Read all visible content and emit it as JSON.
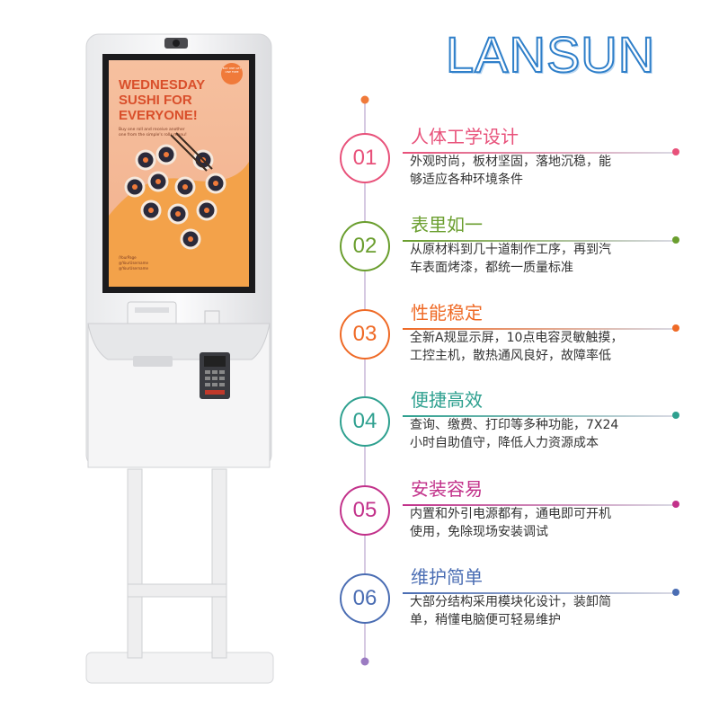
{
  "brand": "LANSUN",
  "screen": {
    "headline": [
      "WEDNESDAY",
      "SUSHI FOR",
      "EVERYONE!"
    ],
    "subtext": [
      "Buy one roll and receive another",
      "one from the simple's rolls menu!"
    ],
    "badge": "BUY ONE GET ONE FREE",
    "social": [
      "/YourPage",
      "@YourUsername",
      "@YourUsername"
    ]
  },
  "features": [
    {
      "num": "01",
      "title": "人体工学设计",
      "lines": [
        "外观时尚，板材坚固，落地沉稳，能",
        "够适应各种环境条件"
      ],
      "color": "#e8517a"
    },
    {
      "num": "02",
      "title": "表里如一",
      "lines": [
        "从原材料到几十道制作工序，再到汽",
        "车表面烤漆，都统一质量标准"
      ],
      "color": "#6a9e2e"
    },
    {
      "num": "03",
      "title": "性能稳定",
      "lines": [
        "全新A规显示屏，10点电容灵敏触摸，",
        "工控主机，散热通风良好，故障率低"
      ],
      "color": "#ef6a26"
    },
    {
      "num": "04",
      "title": "便捷高效",
      "lines": [
        "查询、缴费、打印等多种功能，7X24",
        "小时自助值守，降低人力资源成本"
      ],
      "color": "#2ea08f"
    },
    {
      "num": "05",
      "title": "安装容易",
      "lines": [
        "内置和外引电源都有，通电即可开机",
        "使用，免除现场安装调试"
      ],
      "color": "#c2318a"
    },
    {
      "num": "06",
      "title": "维护简单",
      "lines": [
        "大部分结构采用模块化设计，装卸简",
        "单，稍懂电脑便可轻易维护"
      ],
      "color": "#4a6db3"
    }
  ]
}
